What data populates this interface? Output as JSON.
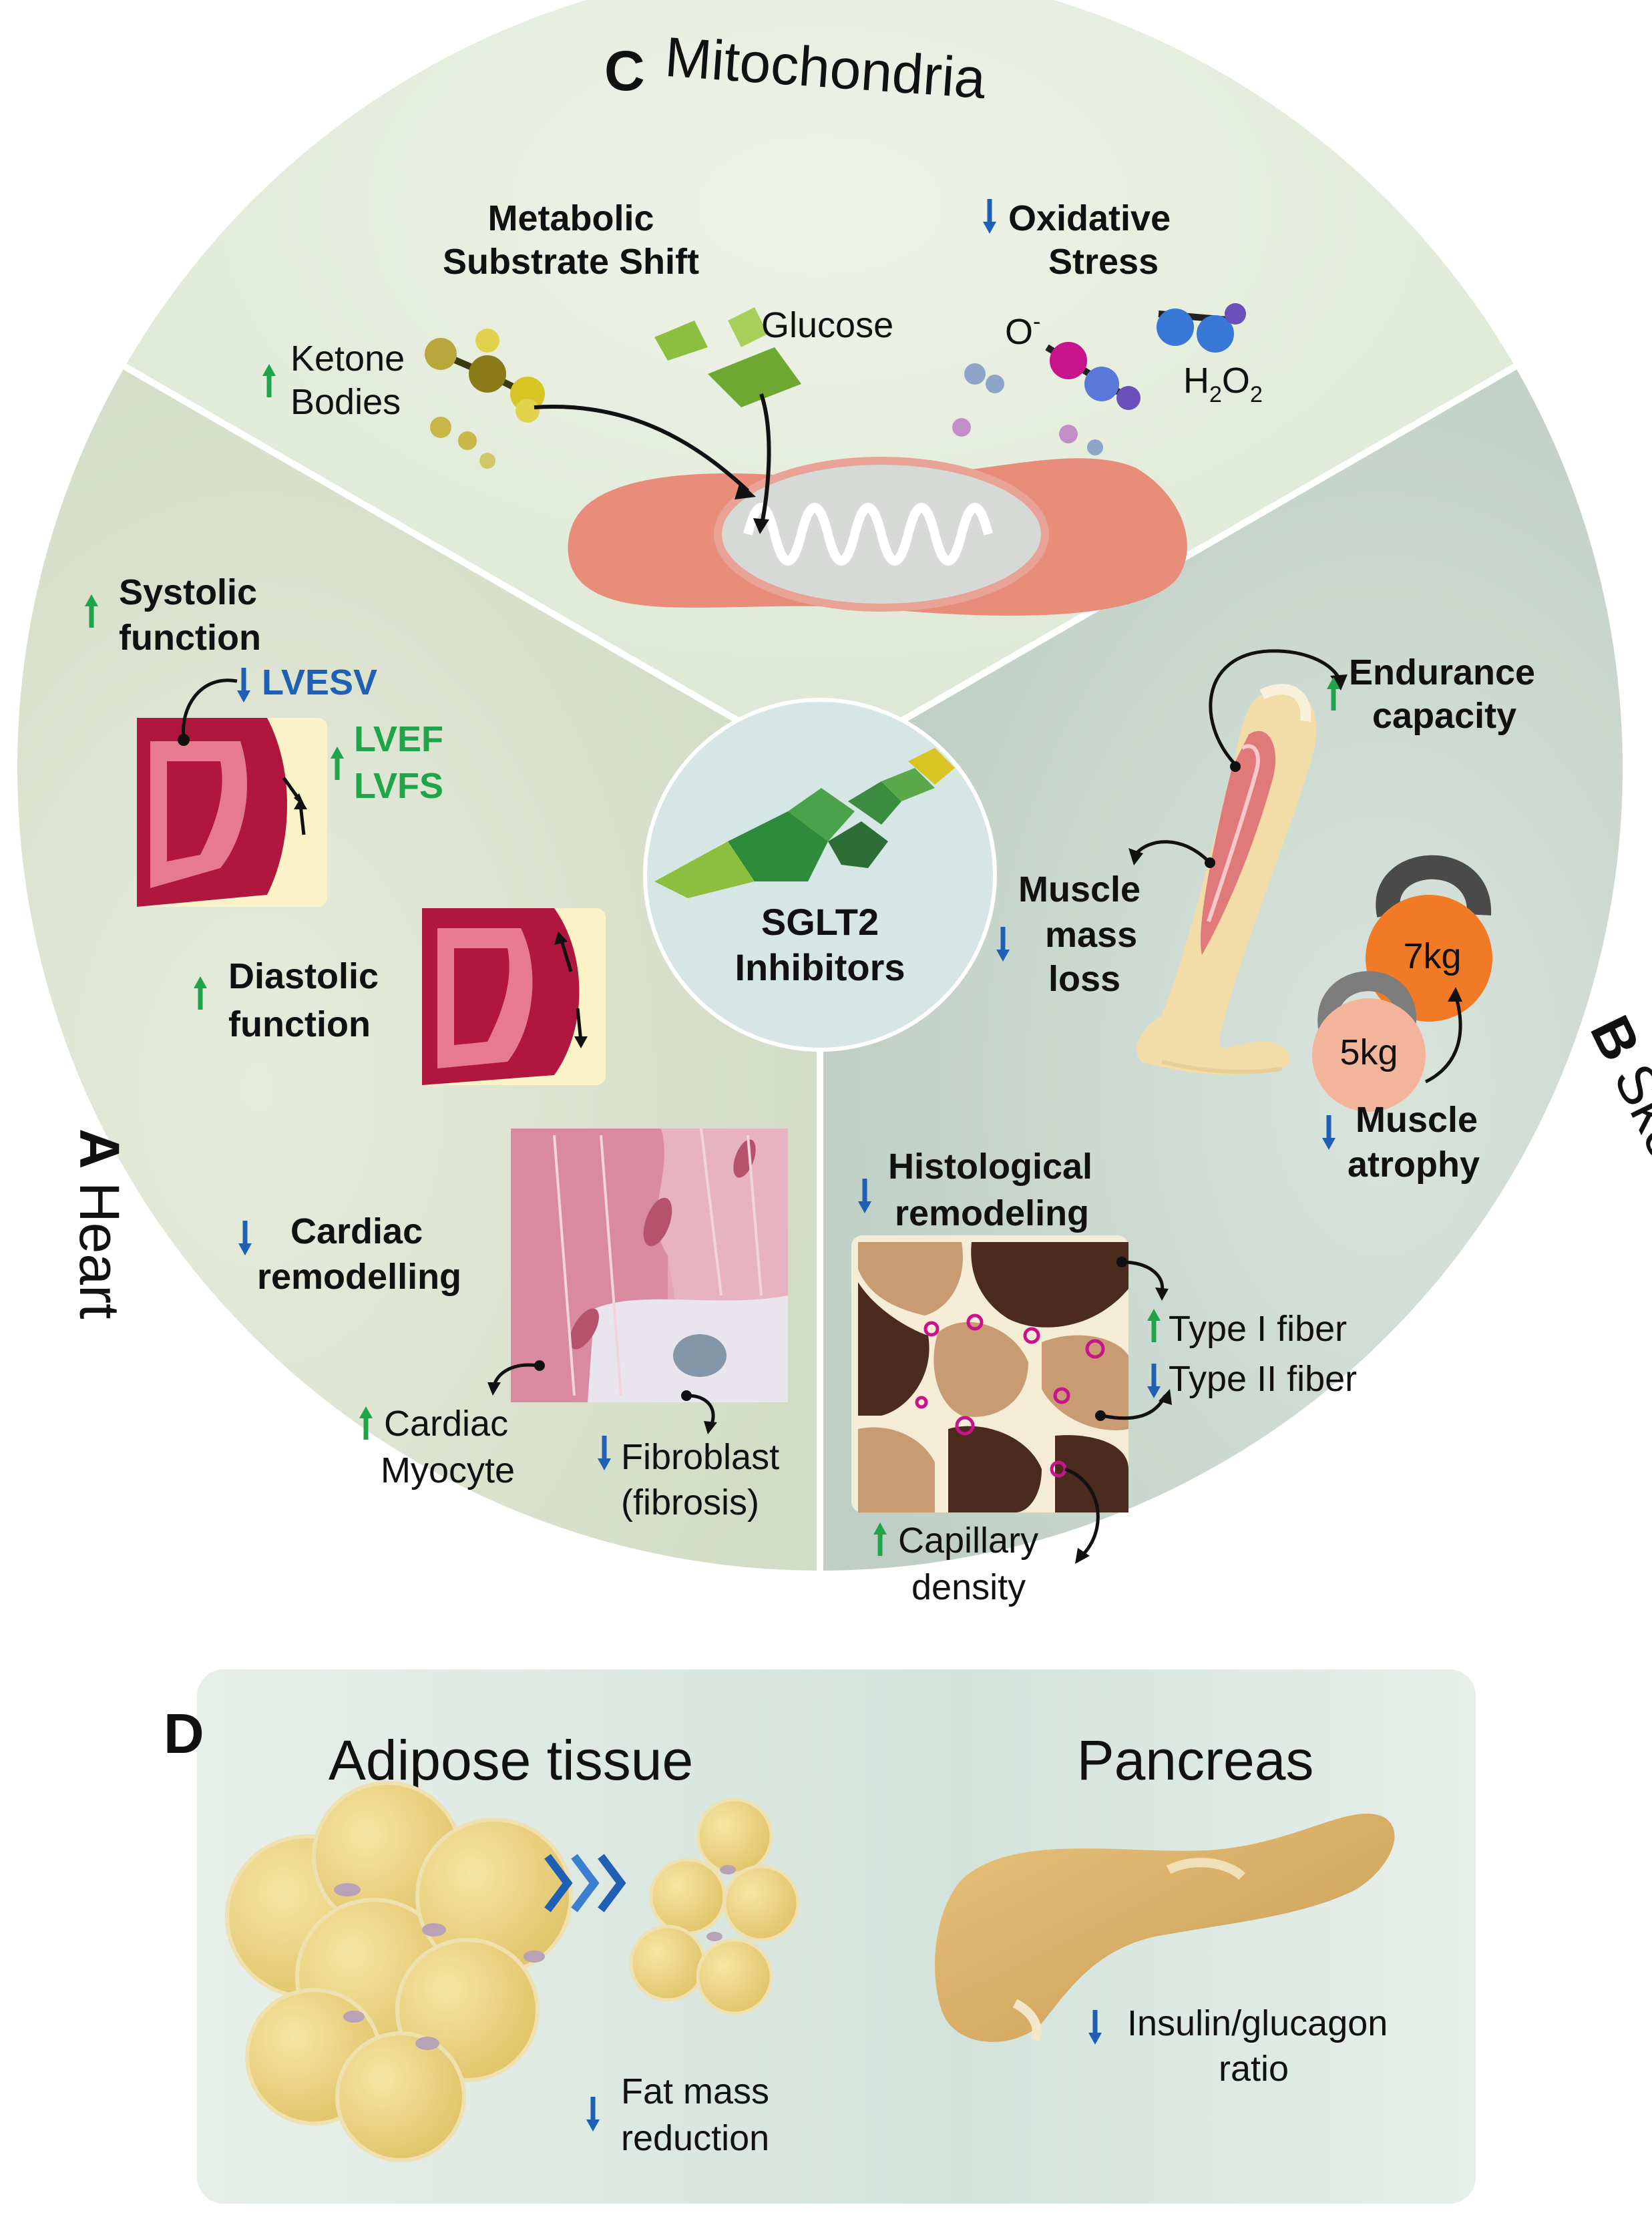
{
  "center": {
    "line1": "SGLT2",
    "line2": "Inhibitors"
  },
  "sections": {
    "mitochondria": {
      "letter": "C",
      "title": "Mitochondria"
    },
    "heart": {
      "letter": "A",
      "title": "Heart"
    },
    "skeletal_muscle": {
      "letter": "B",
      "title": "Skeletal Muscle"
    },
    "other": {
      "letter": "D",
      "adipose_title": "Adipose tissue",
      "pancreas_title": "Pancreas"
    }
  },
  "mito": {
    "metabolic_line1": "Metabolic",
    "metabolic_line2": "Substrate Shift",
    "oxidative_line1": "Oxidative",
    "oxidative_line2": "Stress",
    "ketone_line1": "Ketone",
    "ketone_line2": "Bodies",
    "glucose": "Glucose",
    "o_minus": "O",
    "o_minus_sup": "-",
    "h2o2_h": "H",
    "h2o2_2a": "2",
    "h2o2_o": "O",
    "h2o2_2b": "2"
  },
  "heart": {
    "systolic_line1": "Systolic",
    "systolic_line2": "function",
    "lvesv": "LVESV",
    "lvef": "LVEF",
    "lvfs": "LVFS",
    "diastolic_line1": "Diastolic",
    "diastolic_line2": "function",
    "remodel_line1": "Cardiac",
    "remodel_line2": "remodelling",
    "myocyte_line1": "Cardiac",
    "myocyte_line2": "Myocyte",
    "fibroblast_line1": "Fibroblast",
    "fibroblast_line2": "(fibrosis)"
  },
  "muscle": {
    "endurance_line1": "Endurance",
    "endurance_line2": "capacity",
    "mass_line1": "Muscle",
    "mass_line2": "mass",
    "mass_line3": "loss",
    "kettle_big": "7kg",
    "kettle_small": "5kg",
    "atrophy_line1": "Muscle",
    "atrophy_line2": "atrophy",
    "histo_line1": "Histological",
    "histo_line2": "remodeling",
    "type1": "Type I fiber",
    "type2": "Type II fiber",
    "cap_line1": "Capillary",
    "cap_line2": "density"
  },
  "adipose": {
    "fat_line1": "Fat mass",
    "fat_line2": "reduction"
  },
  "pancreas": {
    "ratio_line1": "Insulin/glucagon",
    "ratio_line2": "ratio"
  },
  "colors": {
    "up": "#1fa44a",
    "down": "#1f5fb4",
    "mito_bg": "#e6eedf",
    "heart_bg": "#dfe6d6",
    "muscle_bg": "#cfdcd4",
    "panel_d": "#dbe7e3"
  }
}
